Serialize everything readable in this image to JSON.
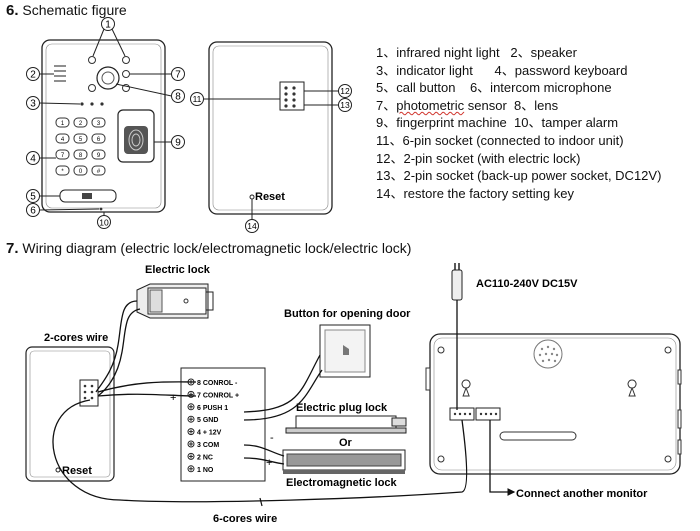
{
  "section6": {
    "number": "6",
    "title": "Schematic figure",
    "callouts": [
      "1",
      "2",
      "3",
      "4",
      "5",
      "6",
      "7",
      "8",
      "9",
      "10",
      "11",
      "12",
      "13",
      "14"
    ],
    "reset_text": "Reset",
    "legend": [
      {
        "a": "1、infrared night light",
        "b": "2、speaker"
      },
      {
        "a": "3、indicator light",
        "b": "4、password keyboard"
      },
      {
        "a": "5、call button",
        "b": "6、intercom microphone"
      },
      {
        "a": "7、",
        "a_mark": "photometric",
        "a_rest": " sensor",
        "b": "8、lens"
      },
      {
        "a": "9、fingerprint machine",
        "b": "10、tamper alarm"
      },
      {
        "a": "11、6-pin socket (connected to indoor unit)",
        "b": ""
      },
      {
        "a": "12、2-pin socket (with electric lock)",
        "b": ""
      },
      {
        "a": "13、2-pin socket (back-up power socket, DC12V)",
        "b": ""
      },
      {
        "a": "14、restore the factory setting key",
        "b": ""
      }
    ],
    "keypad": [
      "1",
      "2",
      "3",
      "4",
      "5",
      "6",
      "7",
      "8",
      "9",
      "*",
      "0",
      "#"
    ]
  },
  "section7": {
    "number": "7",
    "title": "Wiring diagram (electric lock/electromagnetic lock/electric lock)",
    "labels": {
      "electric_lock": "Electric lock",
      "two_cores": "2-cores wire",
      "button_open": "Button for opening door",
      "electric_plug_lock": "Electric plug lock",
      "or": "Or",
      "electromagnetic_lock": "Electromagnetic lock",
      "power": "AC110-240V   DC15V",
      "connect_monitor": "Connect another monitor",
      "six_cores": "6-cores wire",
      "reset": "Reset",
      "minus": "-",
      "plus": "+"
    },
    "terminals": [
      "8 CONROL -",
      "7 CONROL +",
      "6 PUSH 1",
      "5 GND",
      "4 + 12V",
      "3 COM",
      "2 NC",
      "1 NO"
    ]
  }
}
